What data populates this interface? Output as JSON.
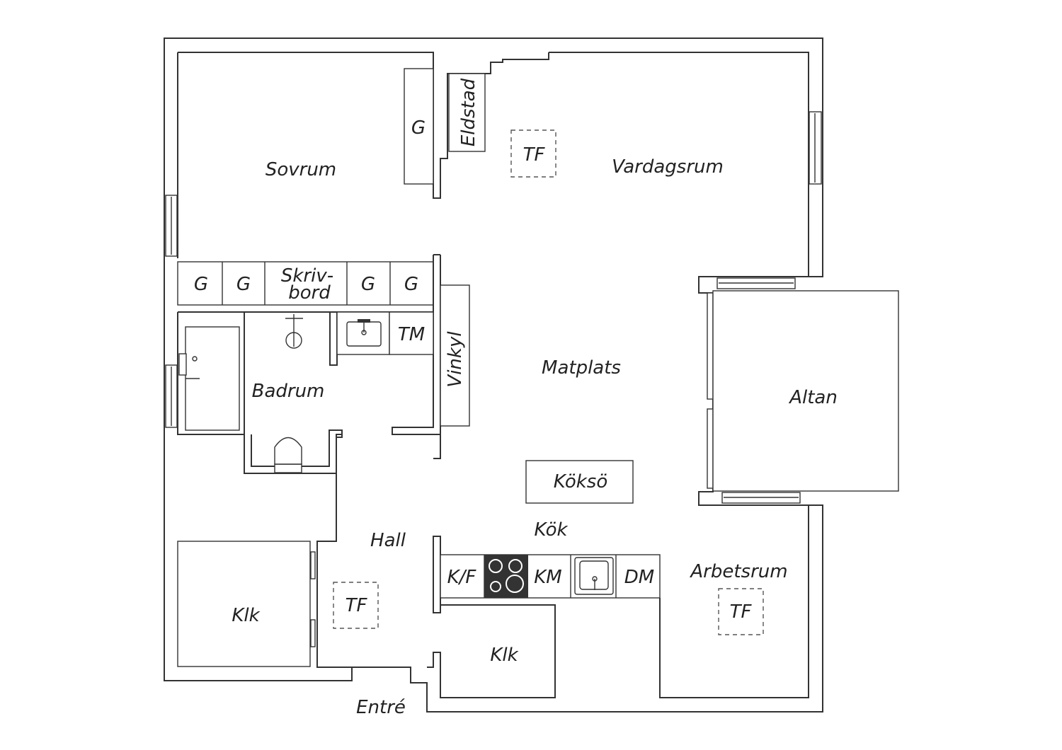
{
  "rooms": {
    "sovrum": "Sovrum",
    "vardagsrum": "Vardagsrum",
    "eldstad": "Eldstad",
    "matplats": "Matplats",
    "altan": "Altan",
    "badrum": "Badrum",
    "vinkyl": "Vinkyl",
    "koksO": "Köksö",
    "kok": "Kök",
    "hall": "Hall",
    "arbetsrum": "Arbetsrum",
    "klk_left": "Klk",
    "klk_mid": "Klk",
    "entre": "Entré"
  },
  "fixtures": {
    "wardrobe_sovrum": "G",
    "tf_vardagsrum": "TF",
    "g1": "G",
    "g2": "G",
    "skrivbord_line1": "Skriv-",
    "skrivbord_line2": "bord",
    "g3": "G",
    "g4": "G",
    "tm": "TM",
    "kf": "K/F",
    "km": "KM",
    "dm": "DM",
    "tf_hall": "TF",
    "tf_arbetsrum": "TF"
  },
  "colors": {
    "wall": "#333333",
    "stove": "#333333",
    "background": "#ffffff"
  }
}
